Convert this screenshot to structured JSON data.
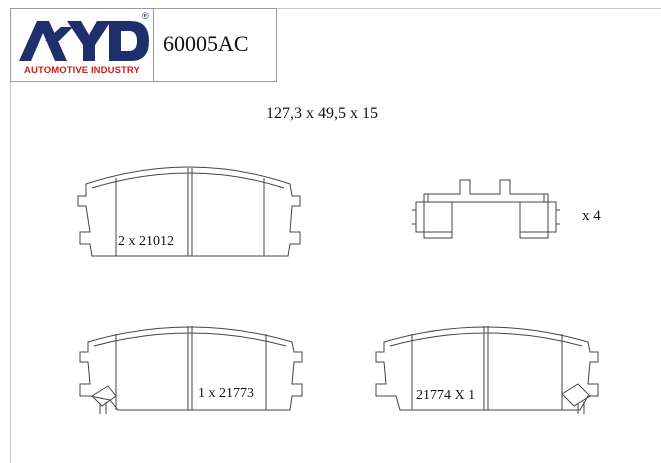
{
  "header": {
    "brand": "AYD",
    "registered_mark": "®",
    "brand_tagline": "AUTOMOTIVE INDUSTRY",
    "part_code": "60005AC"
  },
  "dimensions": "127,3 x 49,5 x 15",
  "parts": [
    {
      "label": "2 x 21012"
    },
    {
      "label": "x 4"
    },
    {
      "label": "1 x 21773"
    },
    {
      "label": "21774 X 1"
    }
  ],
  "colors": {
    "brand_blue": "#1f2f6e",
    "brand_red": "#c8201a",
    "line": "#444444"
  }
}
